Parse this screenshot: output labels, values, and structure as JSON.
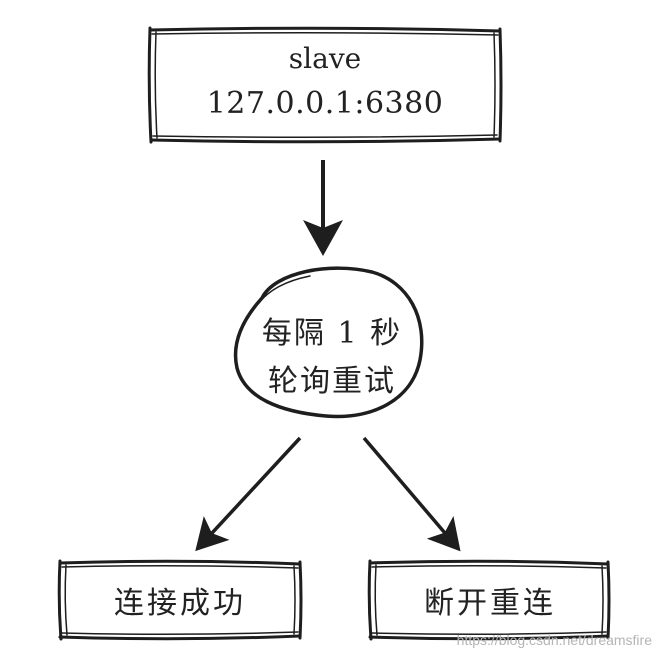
{
  "nodes": {
    "slave": {
      "name": "slave",
      "address": "127.0.0.1:6380"
    },
    "retry": {
      "line1": "每隔 1 秒",
      "line2": "轮询重试"
    },
    "connect_success": {
      "label": "连接成功"
    },
    "reconnect": {
      "label": "断开重连"
    }
  },
  "watermark": "https://blog.csdn.net/dreamsfire",
  "colors": {
    "ink": "#1e1e1e",
    "background": "#ffffff",
    "watermark": "#b5b5b5"
  }
}
